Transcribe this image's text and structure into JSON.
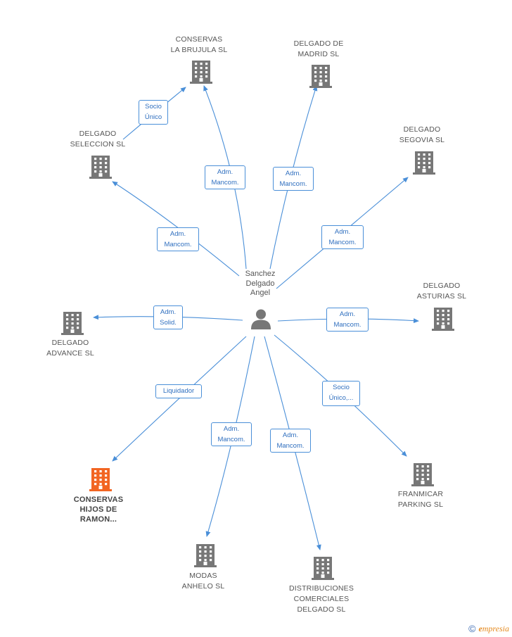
{
  "colors": {
    "edge": "#4a8fd8",
    "building": "#777777",
    "building_highlight": "#f26522",
    "person": "#777777",
    "label_text": "#555555",
    "edge_label_text": "#2f6fbf"
  },
  "center": {
    "name_lines": [
      "Sanchez",
      "Delgado",
      "Angel"
    ],
    "icon": "person-icon"
  },
  "companies": [
    {
      "id": "conservas-la-brujula",
      "lines": [
        "CONSERVAS",
        "LA BRUJULA SL"
      ],
      "icon": "building-icon"
    },
    {
      "id": "delgado-de-madrid",
      "lines": [
        "DELGADO DE",
        "MADRID SL"
      ],
      "icon": "building-icon"
    },
    {
      "id": "delgado-seleccion",
      "lines": [
        "DELGADO",
        "SELECCION SL"
      ],
      "icon": "building-icon"
    },
    {
      "id": "delgado-segovia",
      "lines": [
        "DELGADO",
        "SEGOVIA  SL"
      ],
      "icon": "building-icon"
    },
    {
      "id": "delgado-advance",
      "lines": [
        "DELGADO",
        "ADVANCE SL"
      ],
      "icon": "building-icon"
    },
    {
      "id": "delgado-asturias",
      "lines": [
        "DELGADO",
        "ASTURIAS SL"
      ],
      "icon": "building-icon"
    },
    {
      "id": "conservas-hijos-de-ramon",
      "lines": [
        "CONSERVAS",
        "HIJOS DE",
        "RAMON..."
      ],
      "icon": "building-icon",
      "highlight": true
    },
    {
      "id": "franmicar-parking",
      "lines": [
        "FRANMICAR",
        "PARKING  SL"
      ],
      "icon": "building-icon"
    },
    {
      "id": "modas-anhelo",
      "lines": [
        "MODAS",
        "ANHELO SL"
      ],
      "icon": "building-icon"
    },
    {
      "id": "distribuciones-comerciales",
      "lines": [
        "DISTRIBUCIONES",
        "COMERCIALES",
        "DELGADO SL"
      ],
      "icon": "building-icon"
    }
  ],
  "relations": [
    {
      "from": "sanchez-delgado-angel",
      "to": "conservas-la-brujula",
      "lines": [
        "Adm.",
        "Mancom."
      ]
    },
    {
      "from": "sanchez-delgado-angel",
      "to": "delgado-de-madrid",
      "lines": [
        "Adm.",
        "Mancom."
      ]
    },
    {
      "from": "sanchez-delgado-angel",
      "to": "delgado-seleccion",
      "lines": [
        "Adm.",
        "Mancom."
      ]
    },
    {
      "from": "sanchez-delgado-angel",
      "to": "delgado-segovia",
      "lines": [
        "Adm.",
        "Mancom."
      ]
    },
    {
      "from": "sanchez-delgado-angel",
      "to": "delgado-advance",
      "lines": [
        "Adm.",
        "Solid."
      ]
    },
    {
      "from": "sanchez-delgado-angel",
      "to": "delgado-asturias",
      "lines": [
        "Adm.",
        "Mancom."
      ]
    },
    {
      "from": "sanchez-delgado-angel",
      "to": "conservas-hijos-de-ramon",
      "lines": [
        "Liquidador"
      ]
    },
    {
      "from": "sanchez-delgado-angel",
      "to": "franmicar-parking",
      "lines": [
        "Socio",
        "Único,..."
      ]
    },
    {
      "from": "sanchez-delgado-angel",
      "to": "modas-anhelo",
      "lines": [
        "Adm.",
        "Mancom."
      ]
    },
    {
      "from": "sanchez-delgado-angel",
      "to": "distribuciones-comerciales",
      "lines": [
        "Adm.",
        "Mancom."
      ]
    },
    {
      "from": "delgado-seleccion",
      "to": "conservas-la-brujula",
      "lines": [
        "Socio",
        "Único"
      ]
    }
  ],
  "footer": {
    "copyright": "©",
    "brand_initial": "e",
    "brand_rest": "mpresia"
  }
}
